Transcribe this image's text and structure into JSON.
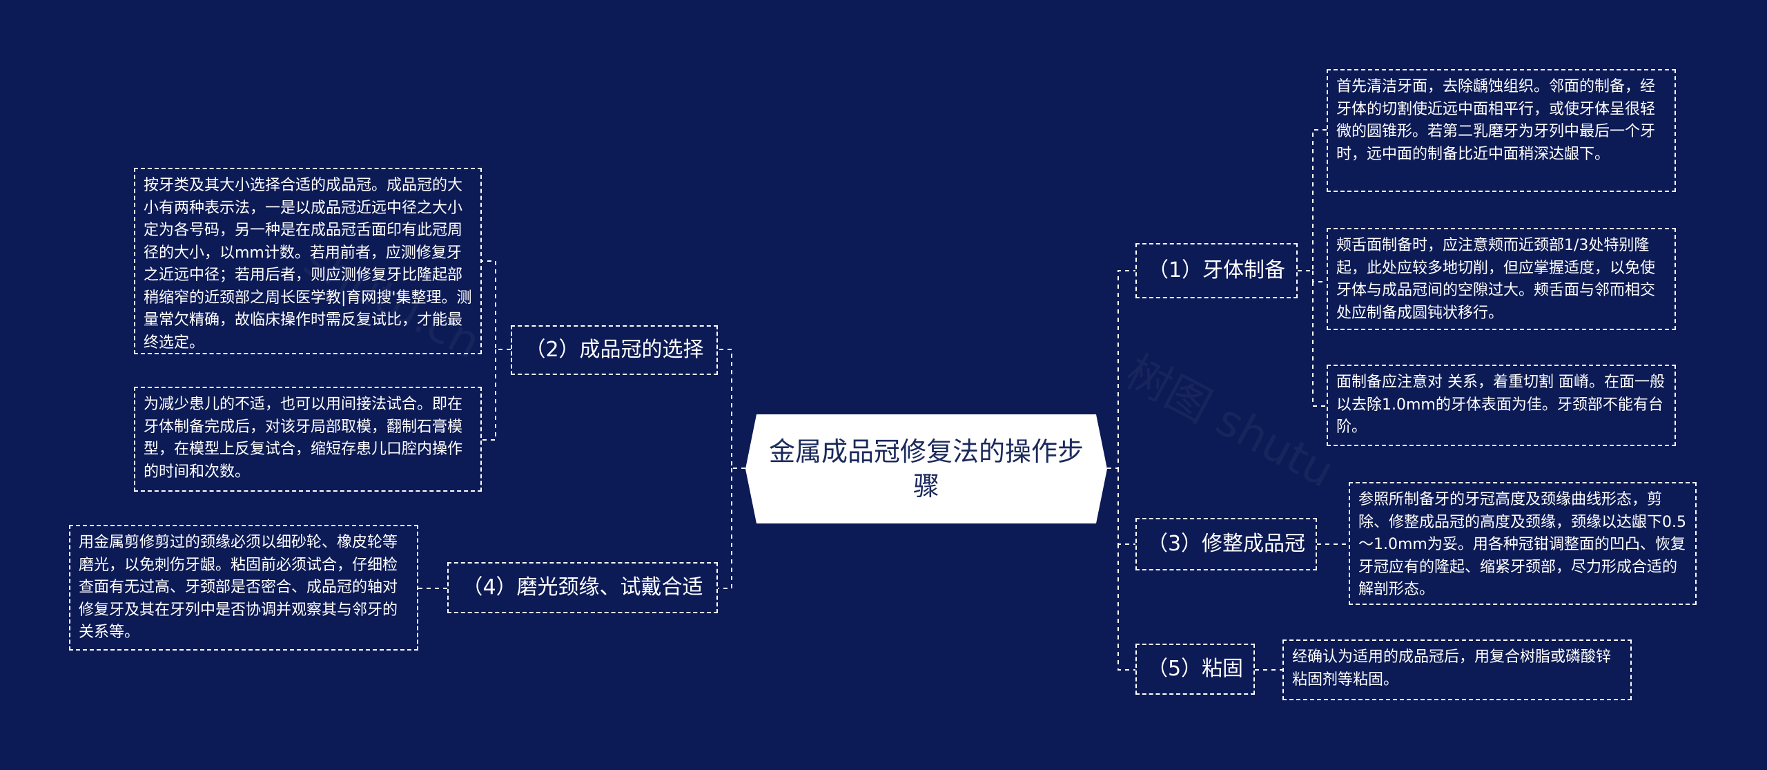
{
  "root": {
    "title": "金属成品冠修复法的操作步骤"
  },
  "branches": [
    {
      "label": "（1）牙体制备",
      "children": [
        "首先清洁牙面，去除龋蚀组织。邻面的制备，经牙体的切割使近远中面相平行，或使牙体呈很轻微的圆锥形。若第二乳磨牙为牙列中最后一个牙时，远中面的制备比近中面稍深达龈下。",
        "颊舌面制备时，应注意颊而近颈部1/3处特别隆起，此处应较多地切削，但应掌握适度，以免使牙体与成品冠间的空隙过大。颊舌面与邻而相交处应制备成圆钝状移行。",
        "面制备应注意对 关系，着重切割 面嵴。在面一般以去除1.0mm的牙体表面为佳。牙颈部不能有台阶。"
      ]
    },
    {
      "label": "（2）成品冠的选择",
      "children": [
        "按牙类及其大小选择合适的成品冠。成品冠的大小有两种表示法，一是以成品冠近远中径之大小定为各号码，另一种是在成品冠舌面印有此冠周径的大小，以mm计数。若用前者，应测修复牙之近远中径；若用后者，则应测修复牙比隆起部稍缩窄的近颈部之周长医学教|育网搜'集整理。测量常欠精确，故临床操作时需反复试比，才能最终选定。",
        "为减少患儿的不适，也可以用间接法试合。即在牙体制备完成后，对该牙局部取模，翻制石膏模型，在模型上反复试合，缩短存患儿口腔内操作的时间和次数。"
      ]
    },
    {
      "label": "（3）修整成品冠",
      "children": [
        "参照所制备牙的牙冠高度及颈缘曲线形态，剪除、修整成品冠的高度及颈缘，颈缘以达龈下0.5～1.0mm为妥。用各种冠钳调整面的凹凸、恢复牙冠应有的隆起、缩紧牙颈部，尽力形成合适的解剖形态。"
      ]
    },
    {
      "label": "（4）磨光颈缘、试戴合适",
      "children": [
        "用金属剪修剪过的颈缘必须以细砂轮、橡皮轮等磨光，以免刺伤牙龈。粘固前必须试合，仔细检查面有无过高、牙颈部是否密合、成品冠的轴对修复牙及其在牙列中是否协调并观察其与邻牙的关系等。"
      ]
    },
    {
      "label": "（5）粘固",
      "children": [
        "经确认为适用的成品冠后，用复合树脂或磷酸锌粘固剂等粘固。"
      ]
    }
  ],
  "colors": {
    "background": "#0c1a55",
    "line": "#ffffff",
    "root_fill": "#ffffff",
    "root_text": "#1b2a5c"
  }
}
